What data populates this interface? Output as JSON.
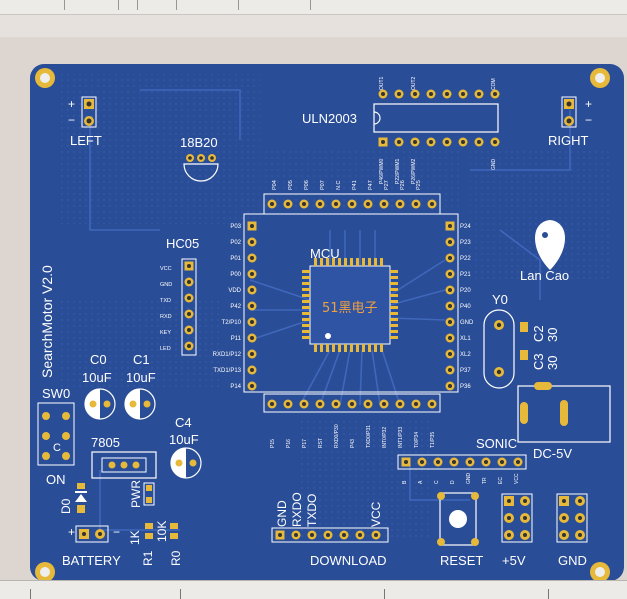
{
  "board": {
    "title": "SearchMotor V2.0",
    "author": "Lan Cao",
    "brand": "51黑电子",
    "colors": {
      "board": "#2a4d97",
      "silk": "#ffffff",
      "pad": "#e6b93a",
      "copper": "#3d62b3"
    }
  },
  "labels": {
    "left": "LEFT",
    "right": "RIGHT",
    "uln": "ULN2003",
    "sensor": "18B20",
    "hc05": "HC05",
    "mcu": "MCU",
    "y0": "Y0",
    "sonic": "SONIC",
    "dc": "DC-5V",
    "sw0": "SW0",
    "on": "ON",
    "c_sw": "C",
    "c0": "C0",
    "c0v": "10uF",
    "c1": "C1",
    "c1v": "10uF",
    "c4": "C4",
    "c4v": "10uF",
    "c2": "C2",
    "c2v": "30",
    "c3": "C3",
    "c3v": "30",
    "reg": "7805",
    "d0": "D0",
    "pwr": "PWR",
    "r1": "R1",
    "r1v": "1K",
    "r0": "R0",
    "r0v": "10K",
    "battery": "BATTERY",
    "gnd_vert": "GND",
    "rxd_vert": "RXDO",
    "txd_vert": "TXDO",
    "vcc_vert": "VCC",
    "download": "DOWNLOAD",
    "reset": "RESET",
    "p5v": "+5V",
    "gnd": "GND",
    "plus": "+",
    "minus": "−"
  },
  "hc05_pins": [
    "VCC",
    "GND",
    "TXD",
    "RXD",
    "KEY",
    "LED"
  ],
  "mcu_left": [
    "P03",
    "P02",
    "P01",
    "P00",
    "VDD",
    "P42",
    "T2/P10",
    "P11",
    "RXD1/P12",
    "TXD1/P13",
    "P14"
  ],
  "mcu_right": [
    "P24",
    "P23",
    "P22",
    "P21",
    "P20",
    "P40",
    "GND",
    "XL1",
    "XL2",
    "P37",
    "P36"
  ],
  "mcu_top": [
    "P04",
    "P05",
    "P06",
    "P07",
    "N.C",
    "P41",
    "P47",
    "P27",
    "P26",
    "P25"
  ],
  "mcu_bottom": [
    "P15",
    "P16",
    "P17",
    "RST",
    "RXD0/P30",
    "P43",
    "TXD0/P31",
    "INT0/P32",
    "INT1/P33",
    "T0/P34",
    "T1/P35"
  ],
  "uln_top": [
    "OUT1",
    "OUT2",
    "COM"
  ],
  "uln_bottom": [
    "P46/PWM0",
    "P22/PWM1",
    "P26/PWM2",
    "GND"
  ],
  "sonic_pins": [
    "B",
    "A",
    "C",
    "D",
    "GND",
    "TR",
    "EC",
    "VCC"
  ]
}
